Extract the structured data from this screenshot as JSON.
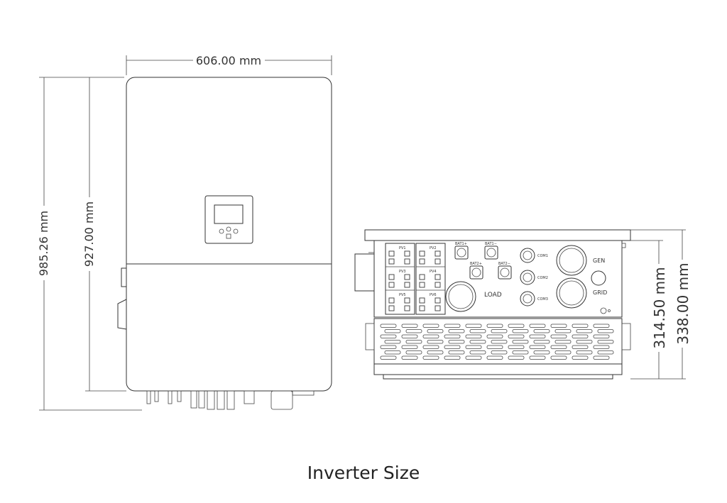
{
  "dimensions": {
    "front_width": "606.00 mm",
    "front_height_total": "985.26 mm",
    "front_height_body": "927.00 mm",
    "bottom_depth_body": "314.50 mm",
    "bottom_depth_total": "338.00 mm"
  },
  "port_labels": {
    "pv1": "PV1",
    "pv2": "PV2",
    "pv3": "PV3",
    "pv4": "PV4",
    "pv5": "PV5",
    "pv6": "PV6",
    "bat1_pos": "BAT1+",
    "bat1_neg": "BAT1−",
    "bat2_pos": "BAT2+",
    "bat2_neg": "BAT2−",
    "com1": "COM1",
    "com2": "COM2",
    "com3": "COM3",
    "load": "LOAD",
    "gen": "GEN",
    "grid": "GRID"
  },
  "caption": "Inverter Size",
  "colors": {
    "line": "#333333",
    "background": "#ffffff"
  }
}
